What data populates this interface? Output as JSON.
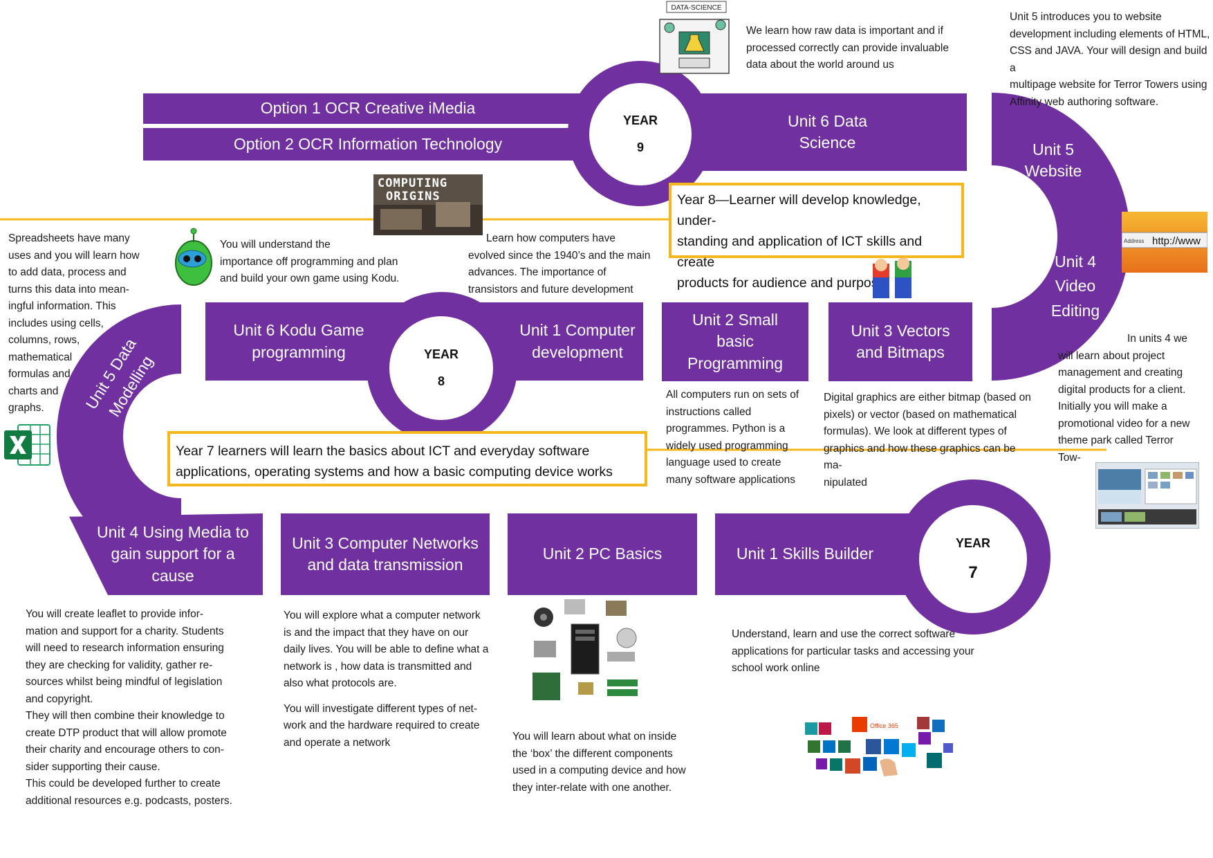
{
  "colors": {
    "purple": "#7030a0",
    "gold": "#f4b81d"
  },
  "year9": {
    "year_label": "YEAR",
    "year_number": "9",
    "option1": "Option 1 OCR Creative iMedia",
    "option2": "Option 2 OCR Information Technology",
    "unit6_line1": "Unit 6 Data",
    "unit6_line2": "Science",
    "unit6_desc": [
      "We learn how raw data is important and if",
      "processed correctly can provide invaluable",
      "data about the world around us"
    ],
    "data_science_logo": "DATA-SCIENCE"
  },
  "unit5_website": {
    "line1": "Unit 5",
    "line2": "Website",
    "desc": [
      "Unit 5 introduces you to website",
      "development including elements of HTML,",
      "CSS and JAVA. Your will design and build a",
      "multipage website for Terror Towers using",
      "Affinity web authoring software."
    ],
    "browser_address_label": "Address",
    "browser_url": "http://www"
  },
  "unit4_video": {
    "line1": "Unit 4",
    "line2": "Video",
    "line3": "Editing",
    "desc": [
      "In units 4 we",
      "will learn about project",
      "management and creating",
      "digital products for a client.",
      "Initially you will make a",
      "promotional video for a new",
      "theme park called Terror",
      "Tow-"
    ]
  },
  "year8": {
    "year_label": "YEAR",
    "year_number": "8",
    "box_lines": [
      "Year 8—Learner will develop knowledge, under-",
      "standing and application of ICT skills and create",
      "products for audience and purpose"
    ],
    "unit6_line1": "Unit 6 Kodu Game",
    "unit6_line2": "programming",
    "unit1_line1": "Unit 1 Computer",
    "unit1_line2": "development",
    "unit2_line1": "Unit 2 Small",
    "unit2_line2": "basic",
    "unit2_line3": "Programming",
    "unit3_line1": "Unit 3 Vectors",
    "unit3_line2": "and Bitmaps",
    "kodu_desc": [
      "You will understand the",
      "importance off programming and plan",
      "and build your own game using Kodu."
    ],
    "origins_desc": [
      "Learn  how computers have",
      "evolved since the 1940’s and the main",
      "advances. The importance of",
      "transistors and future development"
    ],
    "origins_logo_line1": "COMPUTING",
    "origins_logo_line2": "ORIGINS",
    "programming_desc": [
      "All computers run on sets of",
      "instructions called",
      "programmes. Python is a",
      "widely used programming",
      "language used to create",
      "many software applications"
    ],
    "vectors_desc": [
      "Digital graphics are either bitmap (based on",
      "pixels) or vector (based on mathematical",
      "formulas). We look at different types of",
      "graphics and how these graphics can be ma-",
      "nipulated"
    ],
    "unit5_line1": "Unit 5 Data",
    "unit5_line2": "Modelling",
    "unit5_desc": [
      "Spreadsheets have many",
      "uses and you will learn how",
      "to add data, process and",
      "turns this data into mean-",
      "ingful information. This",
      "includes using cells,",
      "columns, rows,",
      "mathematical",
      "formulas and",
      "charts and",
      "graphs."
    ]
  },
  "year7": {
    "year_label": "YEAR",
    "year_number": "7",
    "box_lines": [
      "Year 7 learners will learn the basics about ICT and everyday software",
      "applications, operating systems and how a basic computing device works"
    ],
    "unit1": "Unit 1 Skills Builder",
    "unit1_desc": [
      "Understand, learn and use the correct software",
      "applications for particular tasks and accessing your",
      "school work online"
    ],
    "unit2": "Unit 2 PC Basics",
    "unit2_desc": [
      "You will learn about what on inside",
      "the ‘box’ the different components",
      "used in a computing device and how",
      "they inter-relate with one another."
    ],
    "unit3_line1": "Unit 3 Computer Networks",
    "unit3_line2": "and data transmission",
    "unit3_desc_p1": [
      "You will explore what a computer network",
      "is and the impact that they have on our",
      "daily lives. You will be able to define what a",
      "network is , how data is transmitted and",
      "also what protocols are."
    ],
    "unit3_desc_p2": [
      "You will investigate different types of net-",
      "work and the hardware required to create",
      "and operate a network"
    ],
    "unit4_line1": "Unit 4 Using Media to",
    "unit4_line2": "gain support for a",
    "unit4_line3": "cause",
    "unit4_desc": [
      "You will create leaflet to provide infor-",
      "mation and support for a charity. Students",
      "will need to research information ensuring",
      "they are checking for validity, gather re-",
      "sources whilst being mindful of legislation",
      "and copyright.",
      "They will then combine their knowledge to",
      "create DTP product that will allow promote",
      "their charity and encourage others to con-",
      "sider supporting their cause.",
      "This could be developed further to create",
      "additional resources e.g. podcasts, posters."
    ],
    "office_label": "Office 365"
  }
}
